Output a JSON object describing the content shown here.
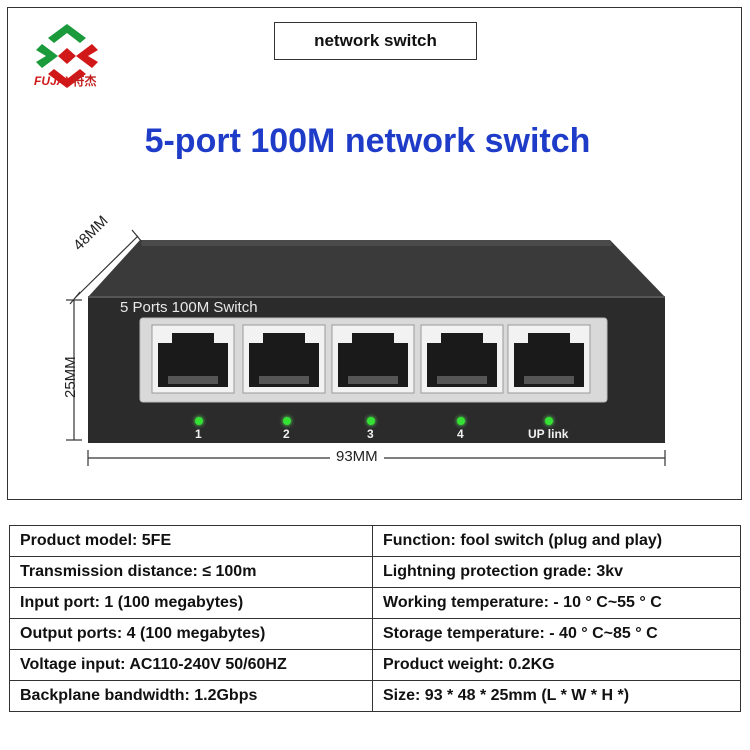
{
  "brand": {
    "logo_text": "FUJAY",
    "logo_text_cn": "符杰"
  },
  "header": {
    "tag": "network switch",
    "headline": "5-port 100M network switch"
  },
  "device": {
    "label": "5 Ports 100M Switch",
    "ports": [
      "1",
      "2",
      "3",
      "4",
      "UP link"
    ],
    "dimensions": {
      "depth": "48MM",
      "height": "25MM",
      "width": "93MM"
    },
    "led_color": "#33e233",
    "body_color": "#2b2b2b"
  },
  "specs": [
    {
      "left": "Product model: 5FE",
      "right": "Function: fool switch (plug and play)"
    },
    {
      "left": "Transmission distance: ≤ 100m",
      "right": "Lightning protection grade: 3kv"
    },
    {
      "left": "Input port: 1 (100 megabytes)",
      "right": "Working temperature: - 10 ° C~55 ° C"
    },
    {
      "left": "Output ports: 4 (100 megabytes)",
      "right": "Storage temperature: - 40 ° C~85 ° C"
    },
    {
      "left": "Voltage input: AC110-240V 50/60HZ",
      "right": "Product weight: 0.2KG"
    },
    {
      "left": "Backplane bandwidth: 1.2Gbps",
      "right": "Size: 93 * 48 * 25mm (L * W * H *)"
    }
  ],
  "colors": {
    "headline": "#1f3cc9",
    "logo_red": "#d01818",
    "logo_green": "#1a9a3a"
  }
}
